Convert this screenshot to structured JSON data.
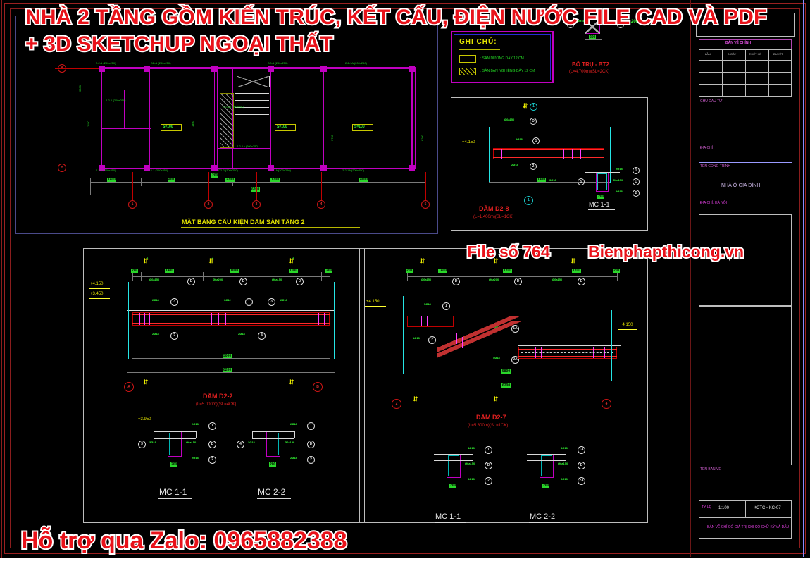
{
  "app": {
    "background": "#000000",
    "accent_red": "#e8121a",
    "cad_colors": {
      "magenta": "#c000c0",
      "cyan": "#00b4b4",
      "green": "#00b000",
      "red": "#c00000",
      "yellow": "#c8c800",
      "white": "#d8d8d8",
      "blue": "#3a3ad0"
    }
  },
  "watermark": {
    "title_line1": "NHÀ 2 TẦNG GỒM KIẾN TRÚC, KẾT CẤU, ĐIỆN NƯỚC FILE CAD VÀ PDF",
    "title_line2": "+ 3D SKETCHUP NGOẠI THẤT",
    "middle_left": "File số 764",
    "middle_right": "Bienphapthicong.vn",
    "bottom": "Hỗ trợ qua Zalo: 0965882388"
  },
  "legend": {
    "title": "GHI CHÚ:",
    "items": [
      {
        "swatch": "empty",
        "text": ": SÀN DƯỜNG DÀY 12 CM"
      },
      {
        "swatch": "hatched",
        "text": ": SÀN BẢN NGHIÊNG DÀY 12 CM"
      }
    ]
  },
  "drawings": {
    "plan": {
      "title": "MẶT BẰNG CẤU KIỆN DẦM SÀN TẦNG 2",
      "grid_bottom": [
        "1",
        "2",
        "3",
        "4",
        "5"
      ],
      "grid_left": [
        "A",
        "B"
      ],
      "dimensions_bottom": [
        "1400",
        "400",
        "200",
        "2700",
        "1700",
        "4000"
      ],
      "dim_total": "6200",
      "beam_tags_top": [
        "2-2-1 (200x250)",
        "DD-1 (200x250)",
        "DD-1 (200x250)",
        "2-2-1A (200x250)"
      ],
      "beam_tags_bottom": [
        "2-2-1 (200x250)",
        "2-2-1 (200x250)",
        "D2-2 (200x250)",
        "2-2-1A (200x250)",
        "2-2-1A (200x250)"
      ],
      "beam_tags_inner": [
        "2-2-1 (200x250)",
        "2-2-1A (200x250)",
        "2-2-1A (200x250)"
      ],
      "slab_tags": [
        "S=100",
        "S=100",
        "S=100"
      ],
      "vert_dims": [
        "3000",
        "1100",
        "1400",
        "3700"
      ]
    },
    "bt2": {
      "title": "BỐ TRỤ - BT2",
      "subtitle": "(L=4.700m)(SL=2CK)",
      "callouts": [
        "4Ø16",
        "Ø6a150",
        "200",
        "200"
      ]
    },
    "d2_8": {
      "title": "DẦM D2-8",
      "subtitle": "(L=1.400m)(SL=1CK)",
      "elevation": "+4.150",
      "section_label": "MC 1-1",
      "callouts": [
        "2Ø18",
        "2Ø18",
        "Ø6a150",
        "3Ø18",
        "1400",
        "200",
        "200"
      ],
      "bubbles": [
        "1",
        "2",
        "D"
      ]
    },
    "d2_2": {
      "title": "DẦM D2-2",
      "subtitle": "(L=5.000m)(SL=4CK)",
      "elevations": [
        "+4.150",
        "+3.450"
      ],
      "grid_left": "A",
      "grid_right": "B",
      "top_dims": [
        "200",
        "1400",
        "1000",
        "1000",
        "200"
      ],
      "bottom_dim": "5000",
      "overall_dim": "6200",
      "stirrup_tags": [
        "Ø6a150",
        "Ø6a200",
        "Ø6a150"
      ],
      "rebar_tags": [
        "2Ø18",
        "3Ø12",
        "2Ø18",
        "2Ø18",
        "2Ø18"
      ],
      "bubbles": [
        "1",
        "2",
        "3",
        "4",
        "D"
      ],
      "sections": [
        {
          "label": "MC 1-1",
          "elevation": "+3.950",
          "width": "200",
          "callouts": [
            "2Ø18",
            "Ø6a150",
            "2Ø18",
            "3Ø18"
          ],
          "bubbles": [
            "1",
            "2",
            "3",
            "D"
          ]
        },
        {
          "label": "MC 2-2",
          "width": "200",
          "callouts": [
            "2Ø18",
            "Ø6a150",
            "2Ø18",
            "3Ø18"
          ],
          "bubbles": [
            "1",
            "2",
            "4",
            "D"
          ]
        }
      ]
    },
    "d2_7": {
      "title": "DẦM D2-7",
      "subtitle": "(L=5.800m)(SL=1CK)",
      "elevations": [
        "+4.150",
        "+4.150"
      ],
      "grid_left": "2",
      "grid_right": "4",
      "top_dims": [
        "200",
        "1400",
        "1700",
        "1700",
        "200"
      ],
      "bottom_dim": "5800",
      "overall_dim": "6200",
      "stirrup_tags": [
        "Ø6a150",
        "Ø6a200",
        "Ø6a150"
      ],
      "rebar_tags": [
        "5Ø18",
        "1Ø18",
        "3Ø12",
        "5Ø18"
      ],
      "bubbles": [
        "1",
        "2",
        "1A",
        "2A"
      ],
      "sections": [
        {
          "label": "MC 1-1",
          "width": "200",
          "callouts": [
            "4Ø18",
            "Ø6a150",
            "3Ø18"
          ],
          "bubbles": [
            "1",
            "2",
            "D"
          ]
        },
        {
          "label": "MC 2-2",
          "width": "200",
          "callouts": [
            "3Ø18",
            "Ø6a150",
            "5Ø18"
          ],
          "bubbles": [
            "1A",
            "2A",
            "D"
          ]
        }
      ]
    }
  },
  "title_block": {
    "revision_header": "BẢN VẼ CHỈNH",
    "revision_columns": [
      "LẦN",
      "NGÀY",
      "THIẾT KẾ",
      "DUYỆT"
    ],
    "owner_label": "CHỦ ĐẦU TƯ",
    "address_label": "ĐỊA CHỈ",
    "project_label": "TÊN CÔNG TRÌNH",
    "project_name": "NHÀ Ở GIA ĐÌNH",
    "project_address": "ĐỊA CHỈ: HÀ NỘI",
    "drawing_label": "TÊN BẢN VẼ",
    "scale_label": "TỶ LỆ",
    "scale_value": "1:100",
    "sheet_label": "KCTC - KC-07",
    "note_line": "BẢN VẼ CHỈ CÓ GIÁ TRỊ KHI CÓ CHỮ KÝ VÀ DẤU"
  }
}
